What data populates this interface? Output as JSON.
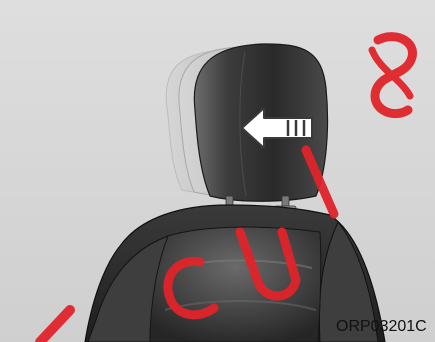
{
  "figure": {
    "code": "ORP03201C",
    "watermark_text": "CU18",
    "colors": {
      "background": "#dcdcdc",
      "seat_dark": "#2b2b2b",
      "seat_mid": "#5a5a5a",
      "arrow_fill": "#ffffff",
      "watermark": "#e0242a"
    },
    "icons": [
      "headrest-illustration",
      "forward-arrow-icon",
      "watermark"
    ]
  }
}
